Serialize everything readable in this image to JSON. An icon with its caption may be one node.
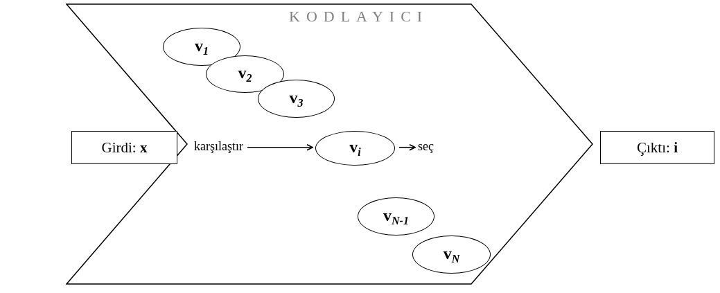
{
  "diagram": {
    "nodes": [
      {
        "text": [
          "KODLAYICI"
        ]
      },
      {
        "text": [
          "Girdi: **x**"
        ]
      },
      {
        "text": [
          "Çıktı: **i**"
        ]
      },
      {
        "text": [
          "v$_{1}$"
        ],
        "in": 0
      },
      {
        "text": [
          "v$_{2}$"
        ],
        "in": 0
      },
      {
        "text": [
          "v$_{3}$"
        ],
        "in": 0
      },
      {
        "text": [
          "karşılaştır"
        ],
        "in": 0
      },
      {
        "text": [
          "v$_{i}$"
        ],
        "in": 0
      },
      {
        "text": [
          "seç"
        ],
        "in": 0
      },
      {
        "text": [
          "v$_{N-1}$"
        ],
        "in": 0
      },
      {
        "text": [
          "v$_{N}$"
        ],
        "in": 0
      }
    ],
    "edges": [
      {
        "from": 6,
        "to": 7,
        "arrow": "to"
      },
      {
        "from": 7,
        "to": 8,
        "arrow": "to"
      }
    ]
  }
}
